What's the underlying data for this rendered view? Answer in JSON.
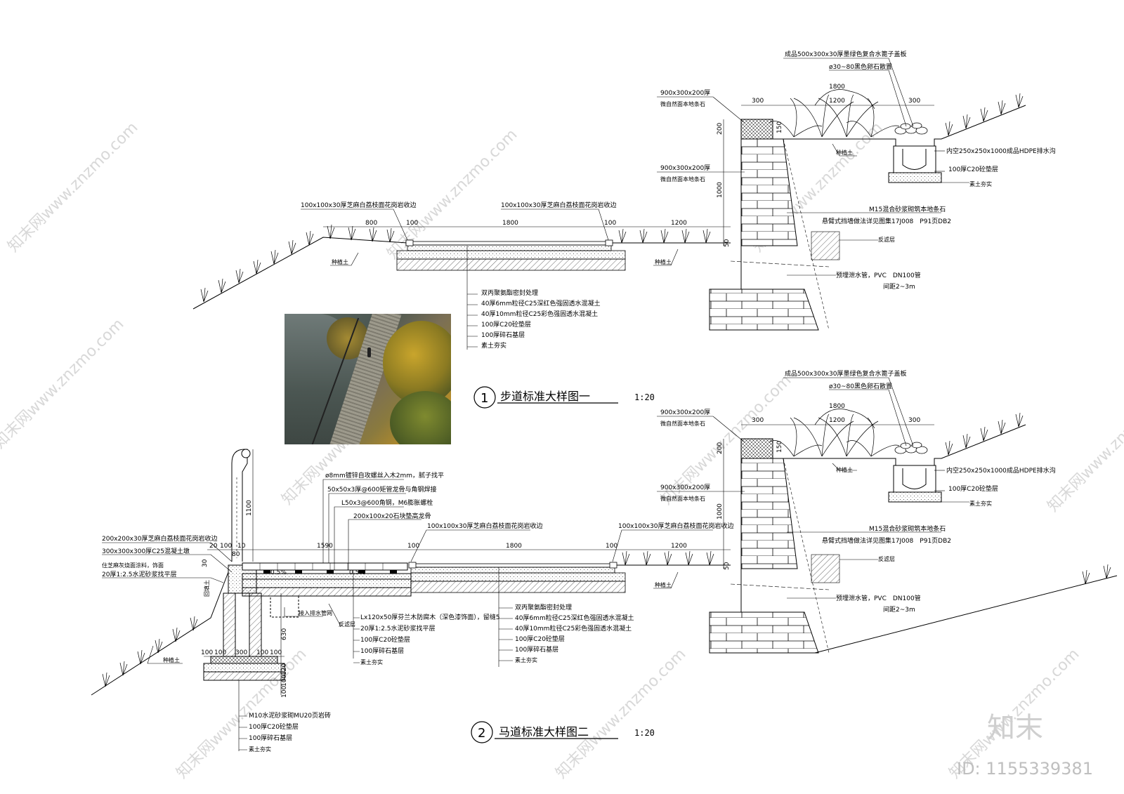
{
  "drawing1": {
    "title": "步道标准大样图一",
    "scale": "1:20",
    "number": "1",
    "labels": {
      "paver_left": "100x100x30厚芝麻白荔枝面花岗岩收边",
      "paver_right": "100x100x30厚芝麻白荔枝面花岗岩收边",
      "curb_top": "900x300x200厚",
      "curb_top_2": "微自然面本地条石",
      "curb_mid": "900x300x200厚",
      "curb_mid_2": "微自然面本地条石",
      "grate": "成品500x300x30厚墨绿色复合水篦子盖板",
      "gravel": "ø30~80黑色卵石散置",
      "ditch": "内空250x250x1000成品HDPE排水沟",
      "ditch_base": "100厚C20砼垫层",
      "ditch_soil": "素土夯实",
      "planting_soil_a": "种植土",
      "planting_soil_b": "种植土",
      "planting_soil_c": "种植土",
      "wall_masonry": "M15混合砂浆砌筑本地条石",
      "wall_drain": "悬臂式挡墙做法详见图集17J008　P91页DB2",
      "filter": "反滤层",
      "drain_pipe": "预埋泄水管，PVC　DN100管",
      "drain_spacing": "间距2~3m",
      "layer1": "双丙聚氨酯密封处理",
      "layer2": "40厚6mm粒径C25深红色强固透水混凝土",
      "layer3": "40厚10mm粒径C25彩色强固透水混凝土",
      "layer4": "100厚C20砼垫层",
      "layer5": "100厚碎石基层",
      "layer6": "素土夯实"
    },
    "dims": {
      "d800": "800",
      "d100a": "100",
      "d1800": "1800",
      "d100b": "100",
      "d1200": "1200",
      "d300a": "300",
      "d1800t": "1800",
      "d1200t": "1200",
      "d300b": "300",
      "d200": "200",
      "d1000": "1000",
      "d50": "50",
      "d150": "150"
    }
  },
  "drawing2": {
    "title": "马道标准大样图二",
    "scale": "1:20",
    "number": "2",
    "labels": {
      "rail_rod": "ø8mm镀锌自攻螺丝入木2mm，腻子找平",
      "rail_tube": "50x50x3厚@600矩管龙骨与角钢焊接",
      "angle": "L50x3@600角钢，M6膨胀螺栓",
      "stone_keel": "200x100x20石块垫高龙骨",
      "paver_left": "100x100x30厚芝麻白荔枝面花岗岩收边",
      "paver_right": "100x100x30厚芝麻白荔枝面花岗岩收边",
      "cap": "200x200x30厚芝麻白荔枝面花岗岩收边",
      "column": "300x300x300厚C25混凝土墩",
      "waterproof": "住芝麻灰烧面涂料，饰面",
      "mortar": "20厚1:2.5水泥砂浆找平层",
      "drain_in": "接入排水管网",
      "filter": "反滤层",
      "planting_soil_a": "种植土",
      "planting_soil_b": "种植土",
      "deck1": "Lx120x50厚芬兰木防腐木（深色漆饰面），留缝5",
      "deck2": "20厚1:2.5水泥砂浆找平层",
      "deck3": "100厚C20砼垫层",
      "deck4": "100厚碎石基层",
      "deck5": "素土夯实",
      "layer1": "双丙聚氨酯密封处理",
      "layer2": "40厚6mm粒径C25深红色强固透水混凝土",
      "layer3": "40厚10mm粒径C25彩色强固透水混凝土",
      "layer4": "100厚C20砼垫层",
      "layer5": "100厚碎石基层",
      "layer6": "素土夯实",
      "foot1": "M10水泥砂浆砌MU20页岩砖",
      "foot2": "100厚C20砼垫层",
      "foot3": "100厚碎石基层",
      "foot4": "素土夯实",
      "slope": "0.5%",
      "slope2": "0.5%",
      "curb_top": "900x300x200厚",
      "curb_top_2": "微自然面本地条石",
      "curb_mid": "900x300x200厚",
      "curb_mid_2": "微自然面本地条石",
      "grate": "成品500x300x30厚墨绿色复合水篦子盖板",
      "gravel": "ø30~80黑色卵石散置",
      "ditch": "内空250x250x1000成品HDPE排水沟",
      "ditch_base": "100厚C20砼垫层",
      "ditch_soil": "素土夯实",
      "planting_soil_c": "种植土",
      "wall_masonry": "M15混合砂浆砌筑本地条石",
      "wall_drain": "悬臂式挡墙做法详见图集17J008　P91页DB2",
      "wall_filter": "反滤层",
      "drain_pipe": "预埋泄水管，PVC　DN100管",
      "drain_spacing": "间距2~3m",
      "backfill": "回填土"
    },
    "dims": {
      "d1100": "1100",
      "d20": "20",
      "d100": "100",
      "d10": "10",
      "d80": "80",
      "d1590": "1590",
      "d100a": "100",
      "d1800": "1800",
      "d100b": "100",
      "d1200": "1200",
      "d630": "630",
      "d120": "120",
      "d100c": "100",
      "d100d": "100",
      "b100a": "100",
      "b100b": "100",
      "b300": "300",
      "b100c": "100",
      "b100d": "100",
      "d300a": "300",
      "d1800t": "1800",
      "d1200t": "1200",
      "d300b": "300",
      "d200": "200",
      "d1000": "1000",
      "d50": "50",
      "d150": "150",
      "d30": "30"
    }
  },
  "watermark": {
    "text": "知末网www.znzmo.com",
    "logo": "知末",
    "id": "ID: 1155339381"
  }
}
